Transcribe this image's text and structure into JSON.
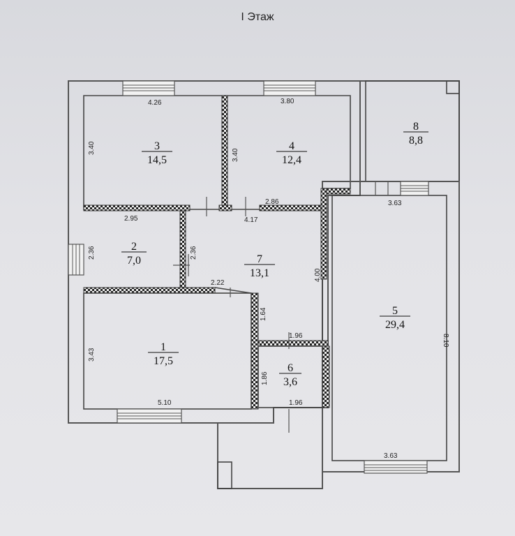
{
  "title": "I Этаж",
  "rooms": {
    "r1": {
      "number": "1",
      "area": "17,5"
    },
    "r2": {
      "number": "2",
      "area": "7,0"
    },
    "r3": {
      "number": "3",
      "area": "14,5"
    },
    "r4": {
      "number": "4",
      "area": "12,4"
    },
    "r5": {
      "number": "5",
      "area": "29,4"
    },
    "r6": {
      "number": "6",
      "area": "3,6"
    },
    "r7": {
      "number": "7",
      "area": "13,1"
    },
    "r8": {
      "number": "8",
      "area": "8,8"
    }
  },
  "dimensions": {
    "d_426": "4.26",
    "d_380": "3.80",
    "d_340a": "3.40",
    "d_340b": "3.40",
    "d_363top": "3.63",
    "d_295": "2.95",
    "d_286": "2.86",
    "d_417": "4.17",
    "d_236a": "2.36",
    "d_236b": "2.36",
    "d_222": "2.22",
    "d_400": "4.00",
    "d_164": "1.64",
    "d_196a": "1.96",
    "d_343": "3.43",
    "d_186": "1.86",
    "d_810": "8.10",
    "d_510": "5.10",
    "d_196b": "1.96",
    "d_363bot": "3.63"
  }
}
